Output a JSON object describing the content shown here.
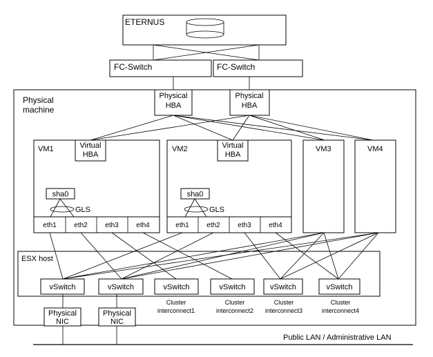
{
  "storage": {
    "label": "ETERNUS"
  },
  "fc_switches": [
    {
      "label": "FC-Switch"
    },
    {
      "label": "FC-Switch"
    }
  ],
  "machine": {
    "label_line1": "Physical",
    "label_line2": "machine"
  },
  "physical_hbas": [
    {
      "line1": "Physical",
      "line2": "HBA"
    },
    {
      "line1": "Physical",
      "line2": "HBA"
    }
  ],
  "vms": [
    {
      "label": "VM1",
      "hba_line1": "Virtual",
      "hba_line2": "HBA",
      "sha": "sha0",
      "gls": "GLS",
      "nics": [
        "eth1",
        "eth2",
        "eth3",
        "eth4"
      ]
    },
    {
      "label": "VM2",
      "hba_line1": "Virtual",
      "hba_line2": "HBA",
      "sha": "sha0",
      "gls": "GLS",
      "nics": [
        "eth1",
        "eth2",
        "eth3",
        "eth4"
      ]
    },
    {
      "label": "VM3"
    },
    {
      "label": "VM4"
    }
  ],
  "esx": {
    "label": "ESX host"
  },
  "vswitches": [
    {
      "label": "vSwitch"
    },
    {
      "label": "vSwitch"
    },
    {
      "label": "vSwitch",
      "caption1": "Cluster",
      "caption2": "interconnect1"
    },
    {
      "label": "vSwitch",
      "caption1": "Cluster",
      "caption2": "interconnect2"
    },
    {
      "label": "vSwitch",
      "caption1": "Cluster",
      "caption2": "interconnect3"
    },
    {
      "label": "vSwitch",
      "caption1": "Cluster",
      "caption2": "interconnect4"
    }
  ],
  "physical_nics": [
    {
      "line1": "Physical",
      "line2": "NIC"
    },
    {
      "line1": "Physical",
      "line2": "NIC"
    }
  ],
  "lan": {
    "label": "Public LAN / Administrative LAN"
  }
}
